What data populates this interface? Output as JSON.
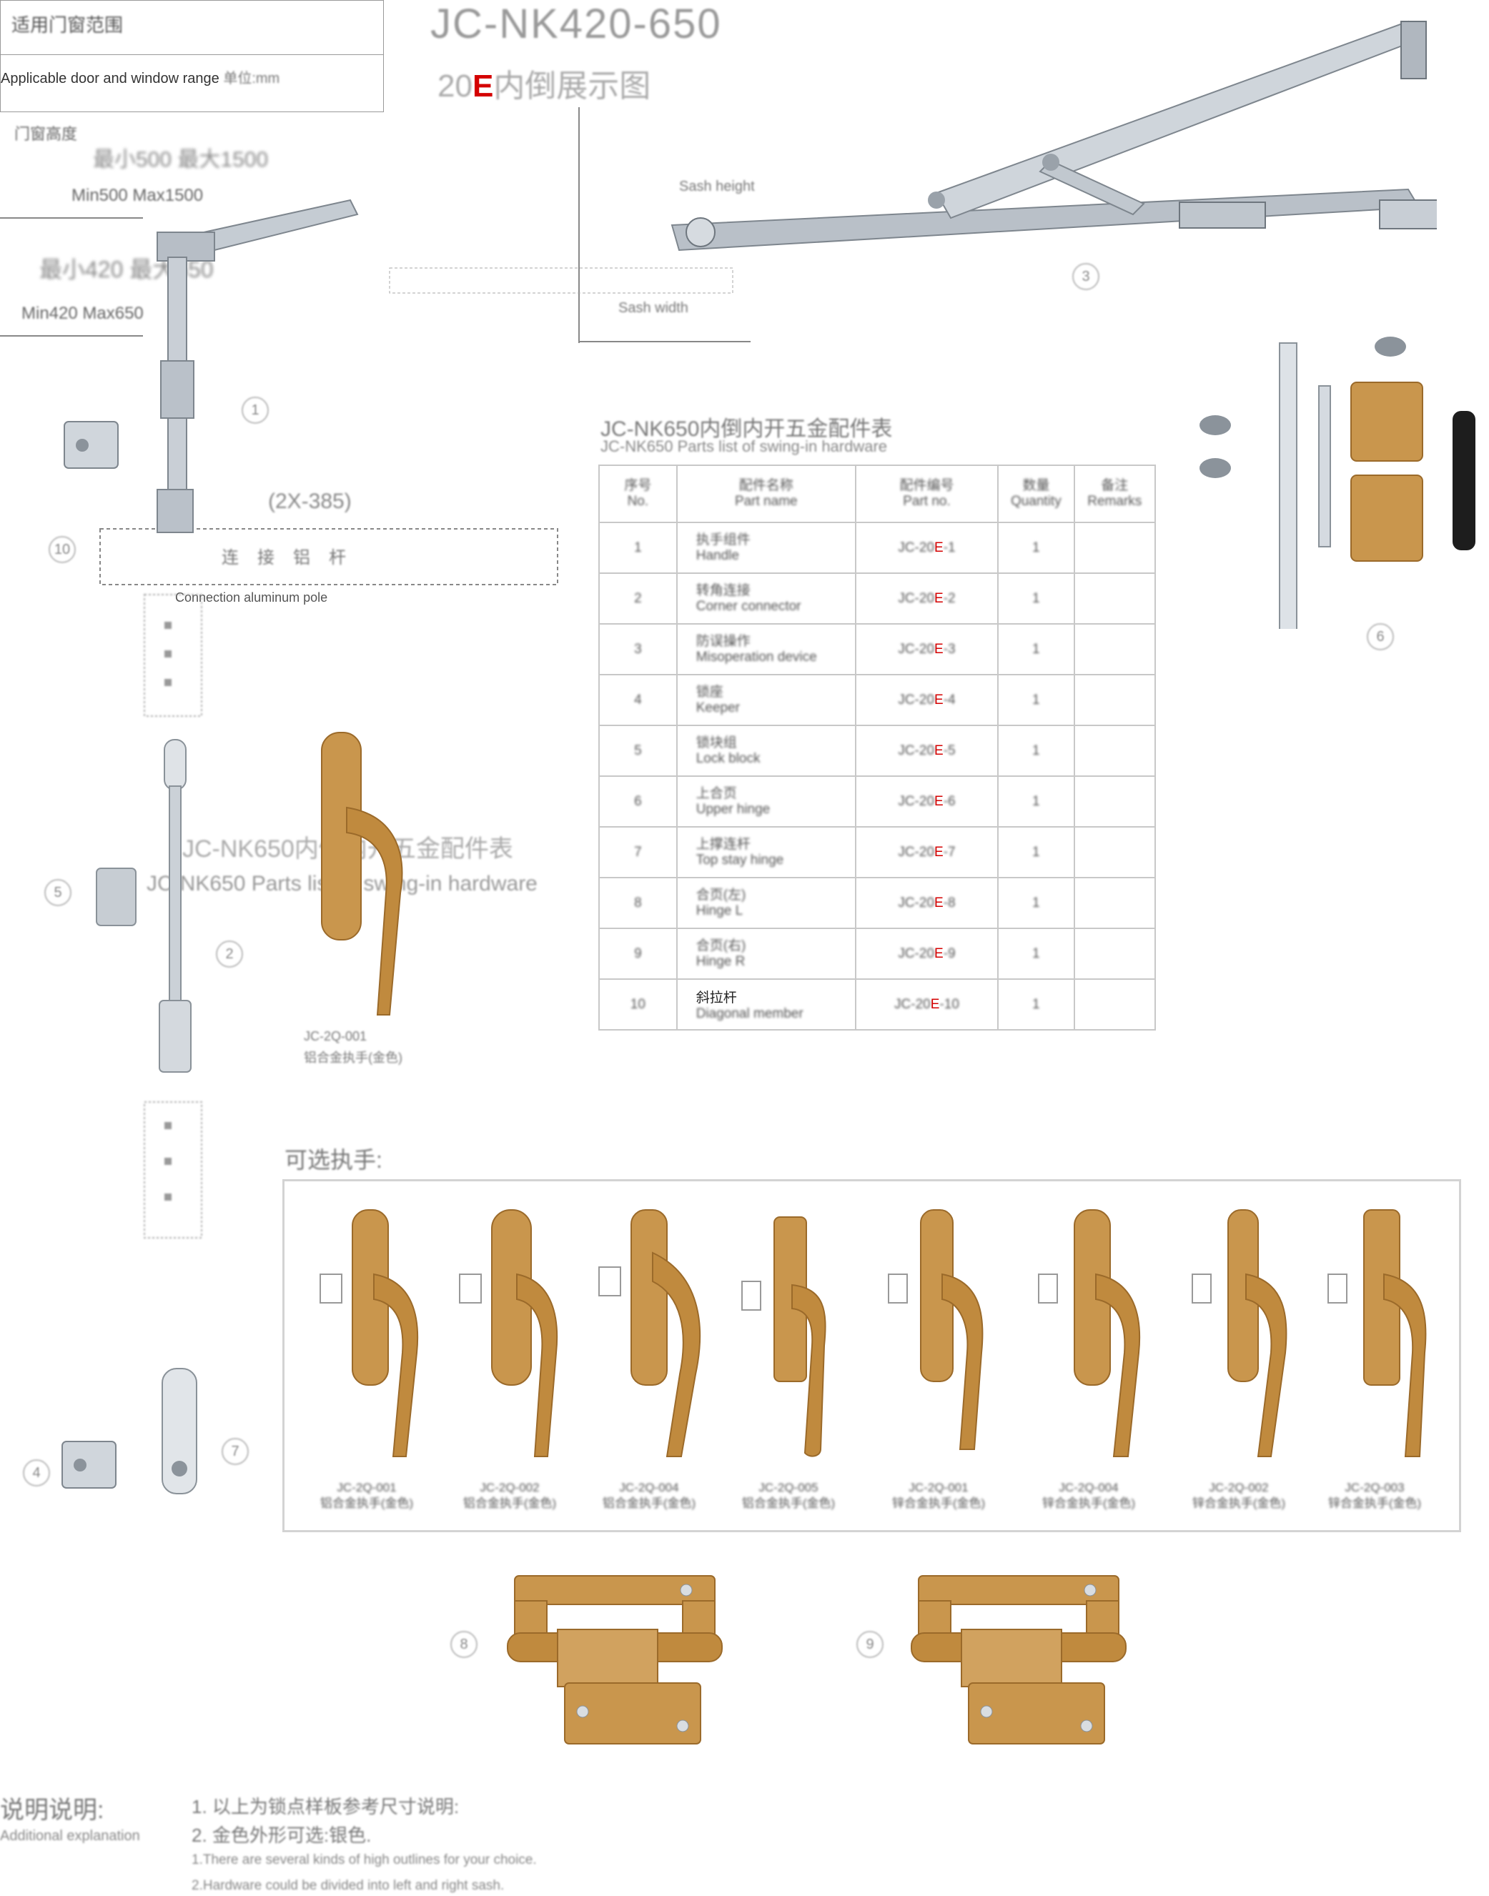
{
  "header": {
    "model_title": "JC-NK420-650",
    "sub_title_prefix": "20",
    "sub_title_letter": "E",
    "sub_title_suffix": "内倒展示图"
  },
  "applicable": {
    "title_cn": "适用门窗范围",
    "range_en": "Applicable door and window range",
    "range_cn": "单位:mm",
    "head_cn": "门窗高度",
    "rows": [
      {
        "cn": "最小500 最大1500",
        "en": "Min500 Max1500"
      },
      {
        "cn": "最小420 最大650",
        "en": "Min420 Max650"
      }
    ]
  },
  "diagram": {
    "sash_height": "Sash height",
    "sash_width": "Sash width",
    "code_label": "(2X-385)",
    "conn_cn": "连接铝杆",
    "conn_en": "Connection aluminum pole",
    "nk_cn": "JC-NK650内倒内开五金配件表",
    "nk_en": "JC-NK650 Parts list of swing-in hardware",
    "handle_code": "JC-2Q-001",
    "handle_name": "铝合金执手(金色)"
  },
  "parts_table": {
    "title_cn": "JC-NK650内倒内开五金配件表",
    "title_en": "JC-NK650 Parts list of swing-in hardware",
    "headers": [
      {
        "cn": "序号",
        "en": "No."
      },
      {
        "cn": "配件名称",
        "en": "Part name"
      },
      {
        "cn": "配件编号",
        "en": "Part no."
      },
      {
        "cn": "数量",
        "en": "Quantity"
      },
      {
        "cn": "备注",
        "en": "Remarks"
      }
    ],
    "rows": [
      {
        "no": "1",
        "name_cn": "执手组件",
        "name_en": "Handle",
        "code_pre": "JC-20",
        "code_mid": "E",
        "code_post": "-1",
        "qty": "1"
      },
      {
        "no": "2",
        "name_cn": "转角连接",
        "name_en": "Corner connector",
        "code_pre": "JC-20",
        "code_mid": "E",
        "code_post": "-2",
        "qty": "1"
      },
      {
        "no": "3",
        "name_cn": "防误操作",
        "name_en": "Misoperation device",
        "code_pre": "JC-20",
        "code_mid": "E",
        "code_post": "-3",
        "qty": "1"
      },
      {
        "no": "4",
        "name_cn": "锁座",
        "name_en": "Keeper",
        "code_pre": "JC-20",
        "code_mid": "E",
        "code_post": "-4",
        "qty": "1"
      },
      {
        "no": "5",
        "name_cn": "锁块组",
        "name_en": "Lock block",
        "code_pre": "JC-20",
        "code_mid": "E",
        "code_post": "-5",
        "qty": "1"
      },
      {
        "no": "6",
        "name_cn": "上合页",
        "name_en": "Upper hinge",
        "code_pre": "JC-20",
        "code_mid": "E",
        "code_post": "-6",
        "qty": "1"
      },
      {
        "no": "7",
        "name_cn": "上撑连杆",
        "name_en": "Top stay hinge",
        "code_pre": "JC-20",
        "code_mid": "E",
        "code_post": "-7",
        "qty": "1"
      },
      {
        "no": "8",
        "name_cn": "合页(左)",
        "name_en": "Hinge L",
        "code_pre": "JC-20",
        "code_mid": "E",
        "code_post": "-8",
        "qty": "1"
      },
      {
        "no": "9",
        "name_cn": "合页(右)",
        "name_en": "Hinge R",
        "code_pre": "JC-20",
        "code_mid": "E",
        "code_post": "-9",
        "qty": "1"
      },
      {
        "no": "10",
        "name_cn": "斜拉杆",
        "name_en": "Diagonal member",
        "code_pre": "JC-20",
        "code_mid": "E",
        "code_post": "-10",
        "qty": "1"
      }
    ]
  },
  "handles_section": {
    "title": "可选执手:",
    "items": [
      {
        "code": "JC-2Q-001",
        "name": "铝合金执手(金色)"
      },
      {
        "code": "JC-2Q-002",
        "name": "铝合金执手(金色)"
      },
      {
        "code": "JC-2Q-004",
        "name": "铝合金执手(金色)"
      },
      {
        "code": "JC-2Q-005",
        "name": "铝合金执手(金色)"
      },
      {
        "code": "JC-2Q-001",
        "name": "锌合金执手(金色)"
      },
      {
        "code": "JC-2Q-004",
        "name": "锌合金执手(金色)"
      },
      {
        "code": "JC-2Q-002",
        "name": "锌合金执手(金色)"
      },
      {
        "code": "JC-2Q-003",
        "name": "锌合金执手(金色)"
      }
    ]
  },
  "notes": {
    "title_cn": "说明说明:",
    "title_en": "Additional explanation",
    "lines": [
      "1. 以上为锁点样板参考尺寸说明:",
      "2. 金色外形可选:银色.",
      "1.There are several kinds of high outlines for your choice.",
      "2.Hardware could be divided into left and right sash."
    ]
  },
  "circle_numbers": {
    "n1": "1",
    "n2": "2",
    "n3": "3",
    "n4": "4",
    "n5": "5",
    "n6": "6",
    "n7": "7",
    "n8": "8",
    "n9": "9",
    "n10": "10"
  },
  "colors": {
    "gold": "#c9964d",
    "gold_dark": "#9b6a2a",
    "silver": "#c4cad1",
    "silver_dark": "#8c949c",
    "accent_red": "#d40000"
  }
}
